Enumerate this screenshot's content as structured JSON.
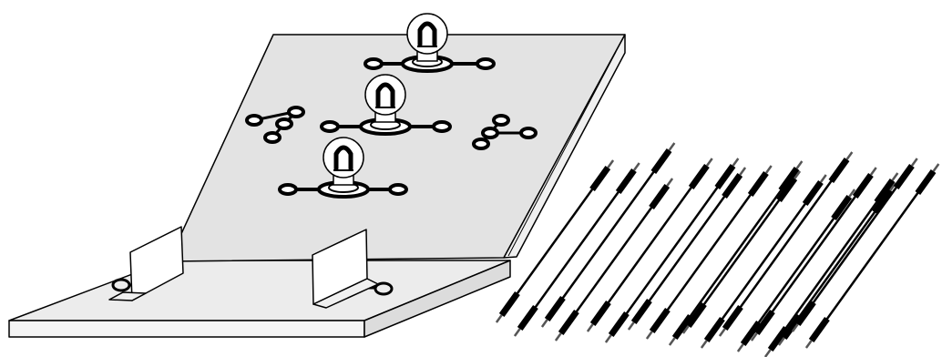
{
  "figure": {
    "description_icons": [
      "breadboard",
      "light-bulb",
      "terminal",
      "connector-node",
      "bracket",
      "jumper-wire"
    ],
    "colors": {
      "board_top": "#e6e6e6",
      "board_side": "#f2f2f2",
      "outline": "#000000",
      "bulb_fill": "#ffffff",
      "wire_body": "#000000",
      "wire_tip": "#555555"
    },
    "bulb_count": 3,
    "node_cluster_count": 2,
    "bracket_count": 2,
    "wire_count": 18
  }
}
